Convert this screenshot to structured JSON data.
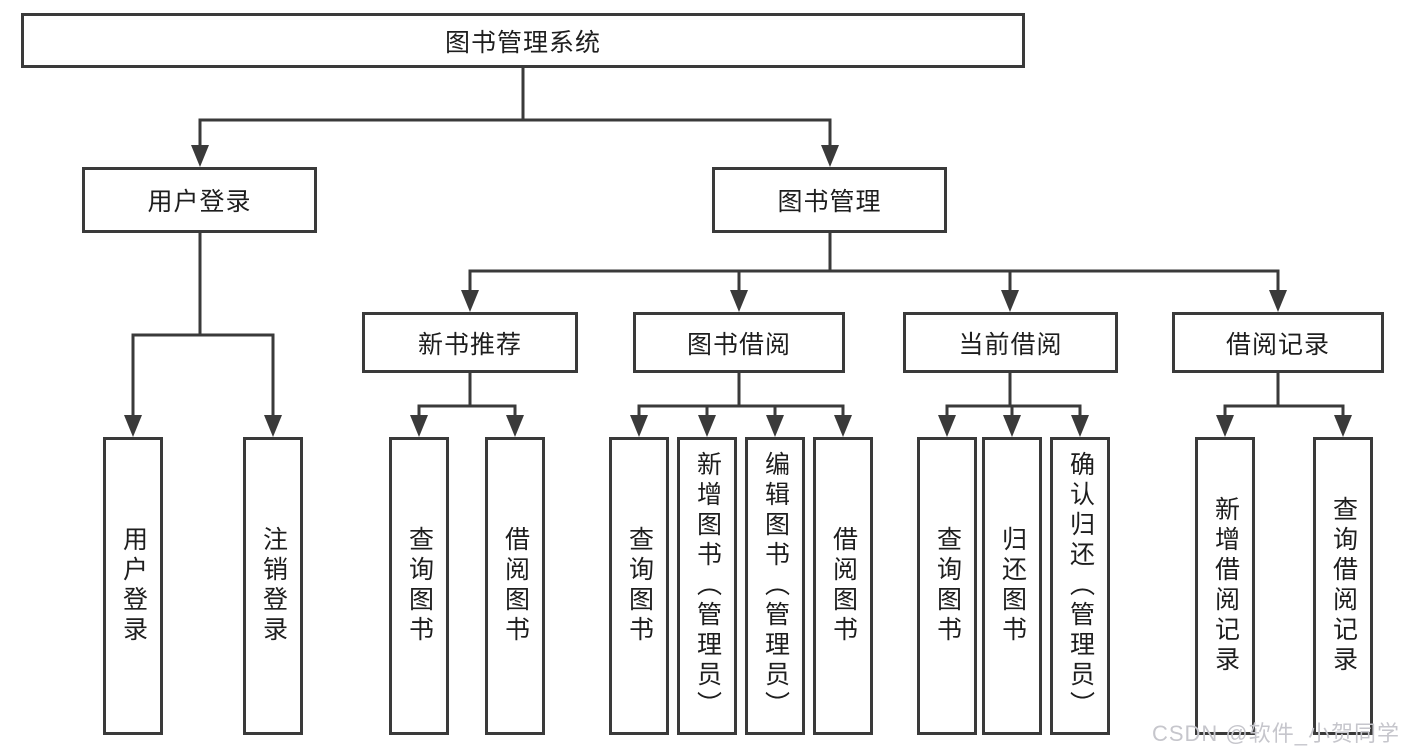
{
  "tree": {
    "root": "图书管理系统",
    "level2": [
      "用户登录",
      "图书管理"
    ],
    "level3": [
      "新书推荐",
      "图书借阅",
      "当前借阅",
      "借阅记录"
    ],
    "leaves": {
      "user": [
        "用户登录",
        "注销登录"
      ],
      "recommend": [
        "查询图书",
        "借阅图书"
      ],
      "borrow": [
        "查询图书",
        "新增图书（管理员）",
        "编辑图书（管理员）",
        "借阅图书"
      ],
      "current": [
        "查询图书",
        "归还图书",
        "确认归还（管理员）"
      ],
      "records": [
        "新增借阅记录",
        "查询借阅记录"
      ]
    }
  },
  "watermark": "CSDN @软件_小贺同学",
  "colors": {
    "line": "#3a3a3a",
    "text": "#1e1e1e",
    "watermark": "#c6c6cc",
    "background": "#ffffff"
  }
}
